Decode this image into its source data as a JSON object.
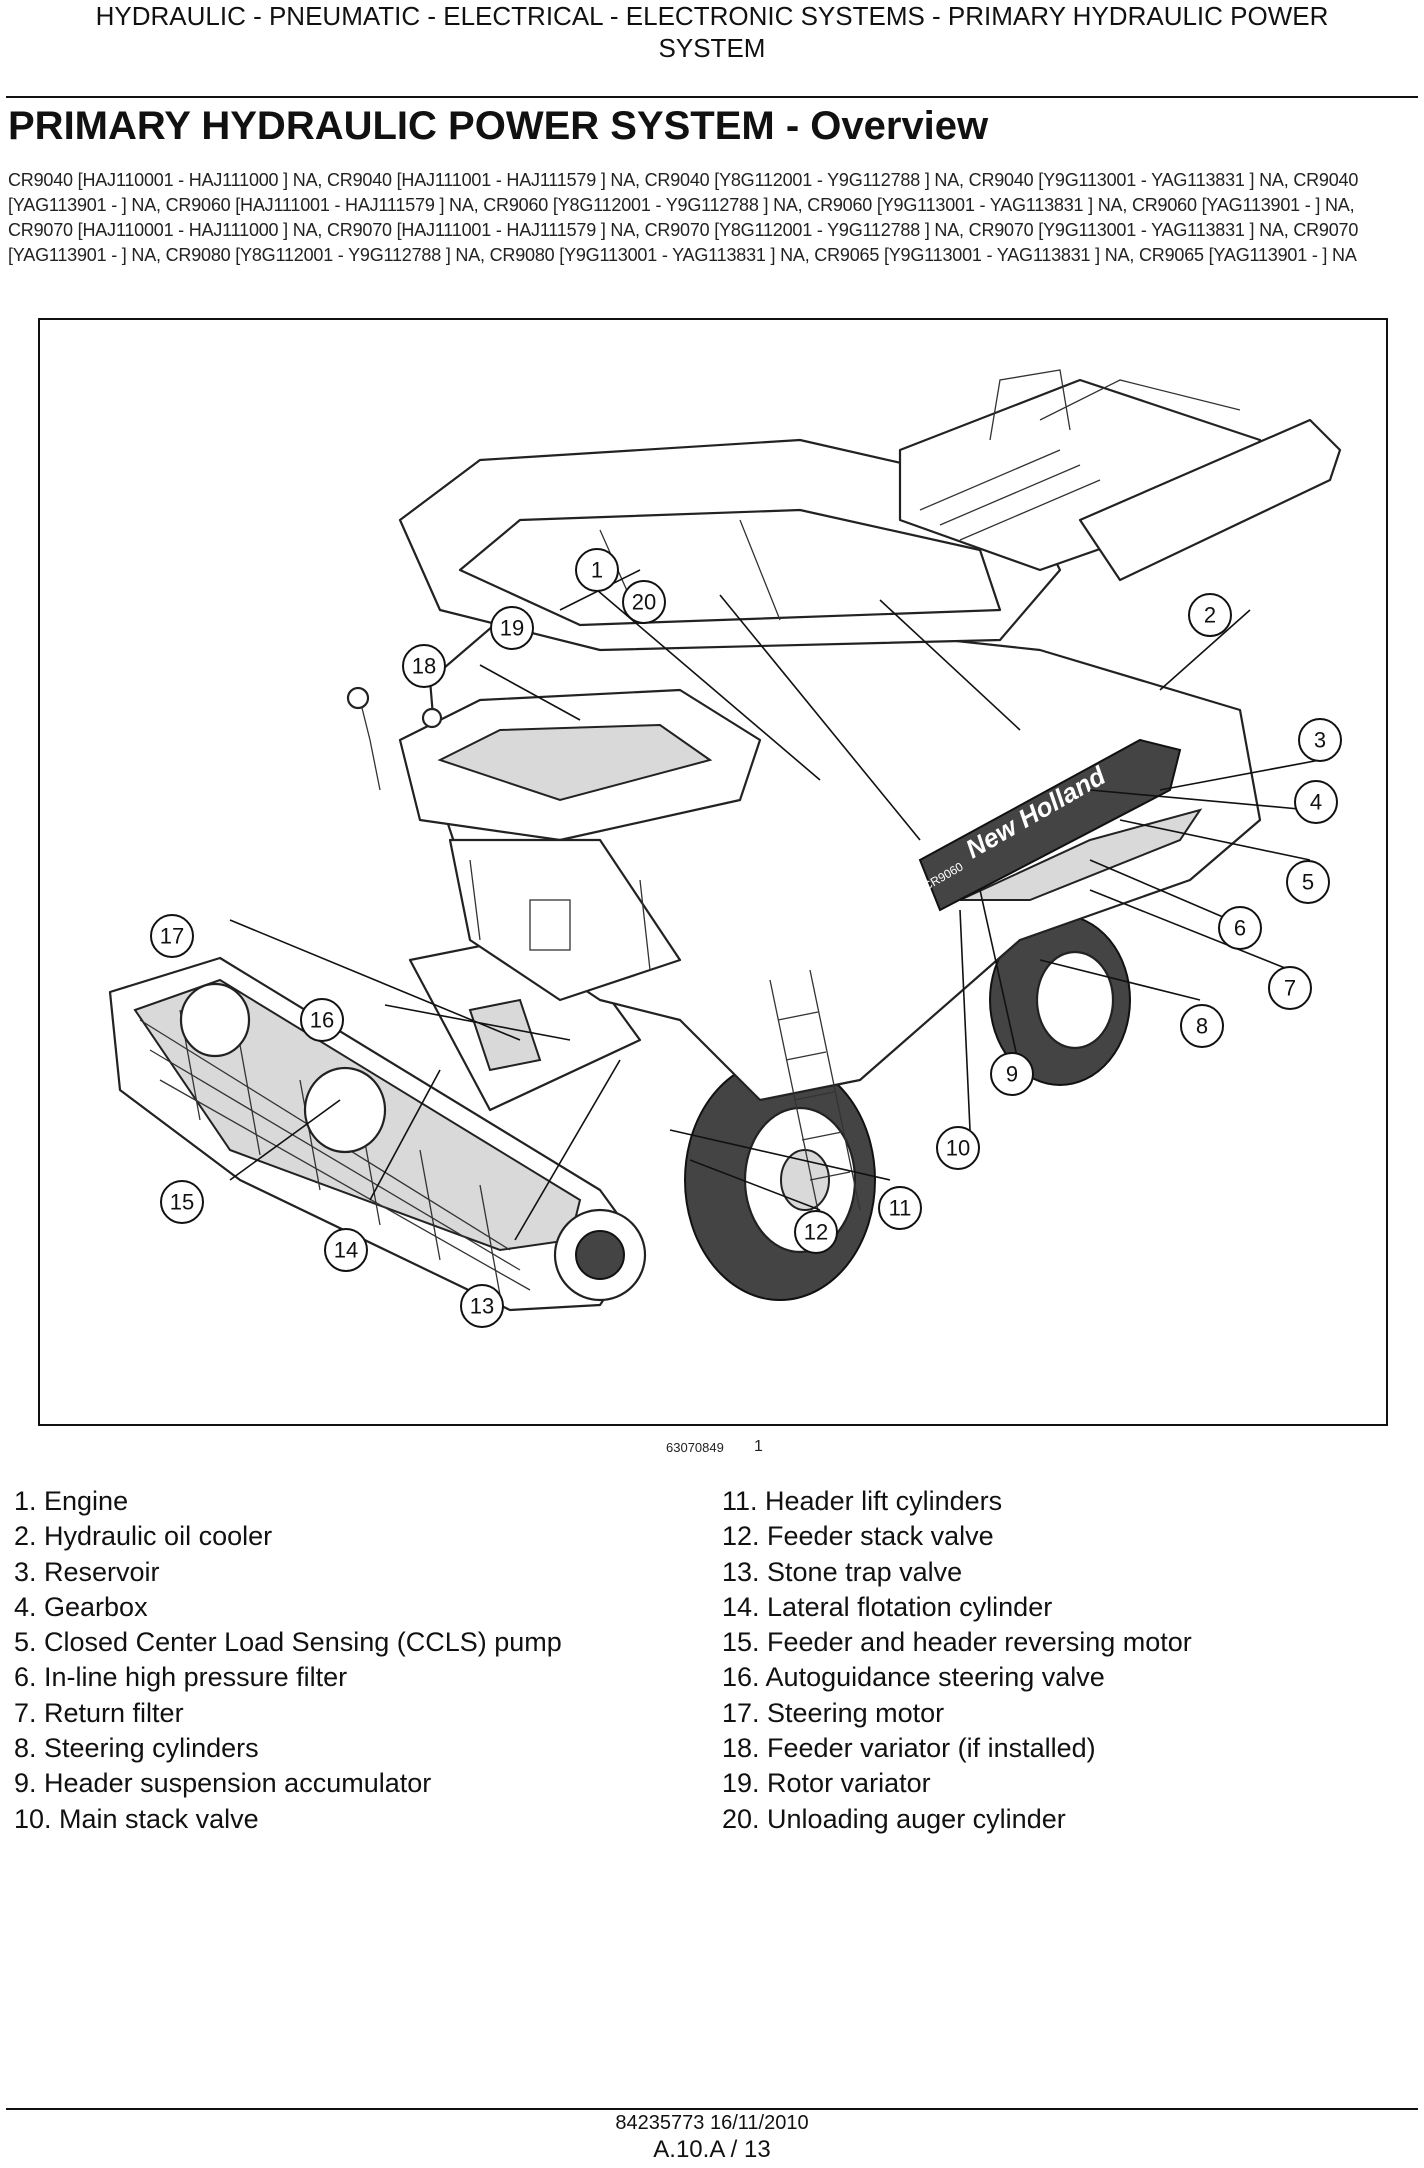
{
  "header": {
    "title_line1": "HYDRAULIC - PNEUMATIC - ELECTRICAL - ELECTRONIC SYSTEMS - PRIMARY HYDRAULIC POWER",
    "title_line2": "SYSTEM"
  },
  "page_title": "PRIMARY HYDRAULIC POWER SYSTEM - Overview",
  "applicability": "CR9040 [HAJ110001 - HAJ111000 ] NA, CR9040 [HAJ111001 - HAJ111579 ] NA, CR9040 [Y8G112001 - Y9G112788 ] NA, CR9040 [Y9G113001 - YAG113831 ] NA, CR9040 [YAG113901 - ] NA, CR9060 [HAJ111001 - HAJ111579 ] NA, CR9060 [Y8G112001 - Y9G112788 ] NA, CR9060 [Y9G113001 - YAG113831 ] NA, CR9060 [YAG113901 - ] NA, CR9070 [HAJ110001 - HAJ111000 ] NA, CR9070 [HAJ111001 - HAJ111579 ] NA, CR9070 [Y8G112001 - Y9G112788 ] NA, CR9070 [Y9G113001 - YAG113831 ] NA, CR9070 [YAG113901 - ] NA, CR9080 [Y8G112001 - Y9G112788 ] NA, CR9080 [Y9G113001 - YAG113831 ] NA, CR9065 [Y9G113001 - YAG113831 ] NA, CR9065 [YAG113901 - ] NA",
  "figure": {
    "reference": "63070849",
    "number": "1",
    "brand_decal": "New Holland",
    "model_decal": "CR9060",
    "callouts": [
      "1",
      "2",
      "3",
      "4",
      "5",
      "6",
      "7",
      "8",
      "9",
      "10",
      "11",
      "12",
      "13",
      "14",
      "15",
      "16",
      "17",
      "18",
      "19",
      "20"
    ]
  },
  "legend_left": [
    "1.  Engine",
    "2.  Hydraulic oil cooler",
    "3.  Reservoir",
    "4.  Gearbox",
    "5.  Closed Center Load Sensing (CCLS) pump",
    "6.  In-line high pressure filter",
    "7.  Return filter",
    "8.  Steering cylinders",
    "9.  Header suspension accumulator",
    "10.  Main stack valve"
  ],
  "legend_right": [
    "11.  Header lift cylinders",
    "12.  Feeder stack valve",
    "13.  Stone trap valve",
    "14.  Lateral flotation cylinder",
    "15.  Feeder and header reversing motor",
    "16.  Autoguidance steering valve",
    "17.  Steering motor",
    "18.  Feeder variator (if installed)",
    "19.  Rotor variator",
    "20.  Unloading auger cylinder"
  ],
  "footer": {
    "doc_ref": "84235773 16/11/2010",
    "page_ref": "A.10.A / 13"
  }
}
